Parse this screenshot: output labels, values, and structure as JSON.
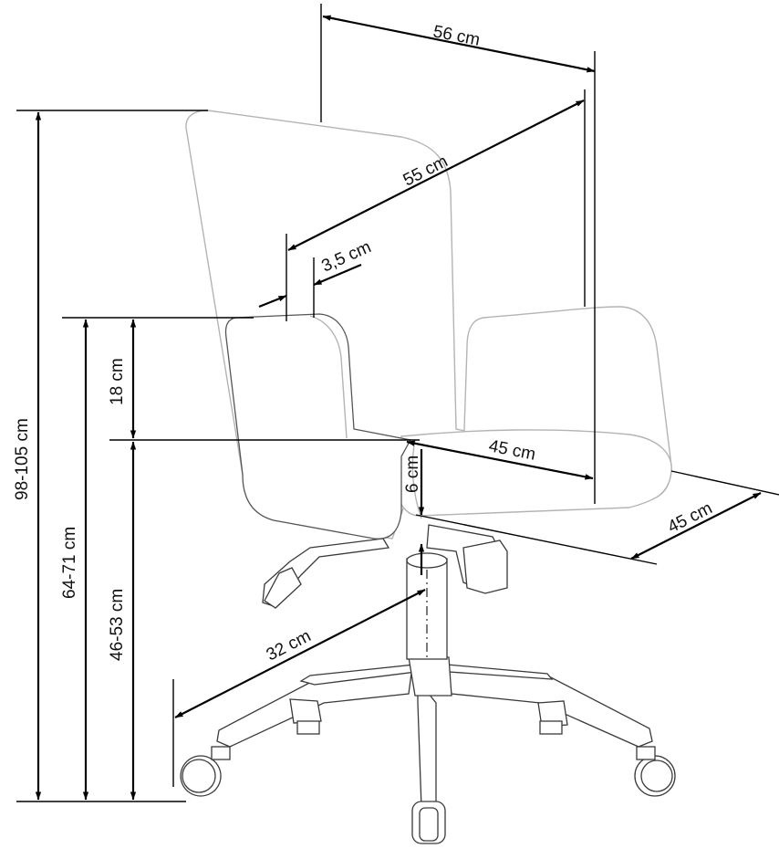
{
  "dimensions": {
    "chair_width": "56 cm",
    "backrest_depth": "55 cm",
    "backrest_thickness": "3,5 cm",
    "armrest_height_above_seat": "18 cm",
    "seat_depth": "45 cm",
    "seat_thickness": "6 cm",
    "seat_width": "45 cm",
    "base_radius": "32 cm",
    "total_height": "98-105 cm",
    "armrest_height": "64-71 cm",
    "seat_height": "46-53 cm"
  }
}
